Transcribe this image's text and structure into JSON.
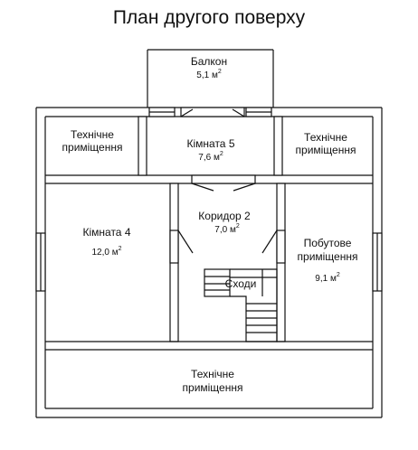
{
  "title": "План другого поверху",
  "units": {
    "area_unit": "м",
    "area_power": "2"
  },
  "rooms": {
    "balcony": {
      "name": "Балкон",
      "area": "5,1"
    },
    "room5": {
      "name": "Кімната 5",
      "area": "7,6"
    },
    "room4": {
      "name": "Кімната 4",
      "area": "12,0"
    },
    "corridor2": {
      "name": "Коридор 2",
      "area": "7,0"
    },
    "utility": {
      "line1": "Побутове",
      "line2": "приміщення",
      "area": "9,1"
    },
    "tech_top_left": {
      "line1": "Технічне",
      "line2": "приміщення"
    },
    "tech_top_right": {
      "line1": "Технічне",
      "line2": "приміщення"
    },
    "tech_bottom": {
      "line1": "Технічне",
      "line2": "приміщення"
    },
    "stairs": {
      "name": "Сходи"
    }
  }
}
